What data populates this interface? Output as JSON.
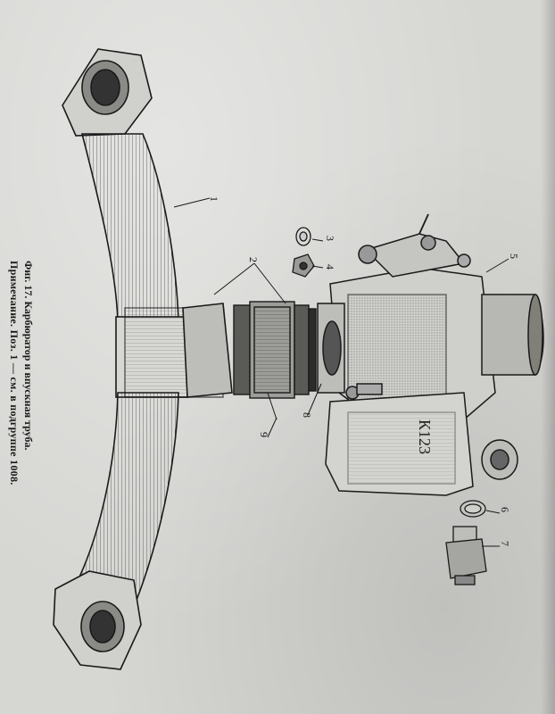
{
  "figure": {
    "caption_line1": "Фиг. 17. Карбюратор и впускная труба.",
    "caption_line2": "Примечание. Поз. 1 — см. в подгруппе 1008.",
    "callouts": [
      "1",
      "2",
      "3",
      "4",
      "5",
      "6",
      "7",
      "8",
      "9"
    ],
    "part_marking": "К123"
  },
  "colors": {
    "paper": "#d6d6d3",
    "ink": "#1a1a1a"
  }
}
